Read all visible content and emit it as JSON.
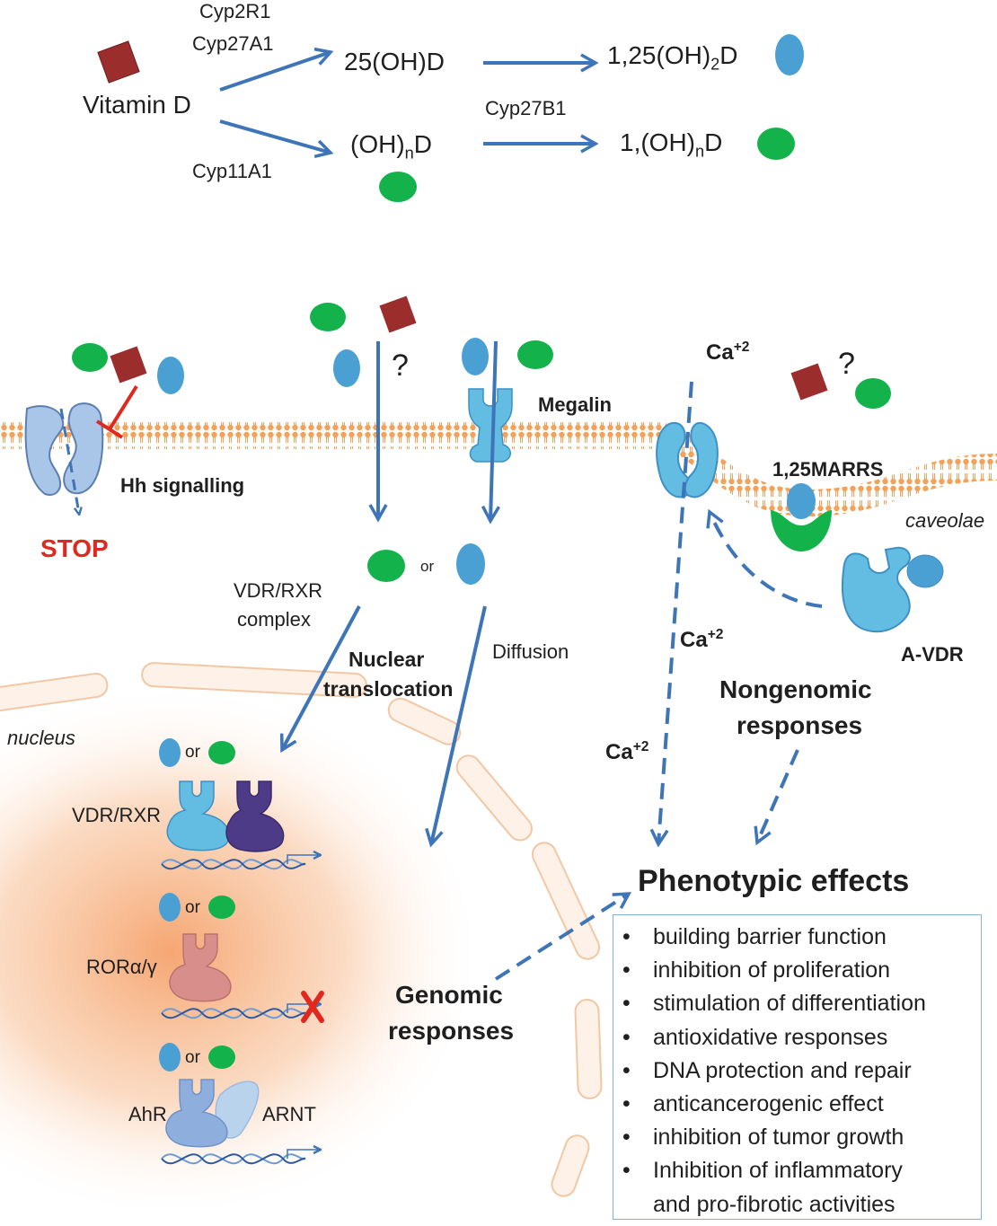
{
  "colors": {
    "arrow": "#3e74b8",
    "blue_molecule": "#4a9fd3",
    "green_molecule": "#13b24b",
    "vitamin_d": "#9b2d2d",
    "membrane": "#f4a259",
    "vdr": "#63bde3",
    "rxr": "#4e3b87",
    "ror": "#d88f8c",
    "ahr": "#8eaedd",
    "arnt": "#b9d3ec",
    "nucleus_glow": "#f5a16a",
    "inhibit": "#e0281f"
  },
  "pathway": {
    "enzyme_top_1": "Cyp2R1",
    "enzyme_top_2": "Cyp27A1",
    "vitamin_d": "Vitamin D",
    "enzyme_bottom": "Cyp11A1",
    "product_25": "25(OH)D",
    "product_oh_main": "(OH)",
    "product_oh_sub": "n",
    "product_oh_tail": "D",
    "enzyme_b1": "Cyp27B1",
    "final_125_main": "1,25(OH)",
    "final_125_sub": "2",
    "final_125_tail": "D",
    "final_1oh_main": "1,(OH)",
    "final_1oh_sub": "n",
    "final_1oh_tail": "D"
  },
  "cell": {
    "unknown_1": "?",
    "unknown_2": "?",
    "megalin": "Megalin",
    "hh": "Hh signalling",
    "stop": "STOP",
    "ca_main": "Ca",
    "ca_sup": "+2",
    "marrs": "1,25MARRS",
    "caveolae": "caveolae",
    "or": "or",
    "vdr_rxr_complex_1": "VDR/RXR",
    "vdr_rxr_complex_2": "complex",
    "nuclear_1": "Nuclear",
    "nuclear_2": "translocation",
    "diffusion": "Diffusion",
    "avdr": "A-VDR",
    "nongenomic_1": "Nongenomic",
    "nongenomic_2": "responses",
    "nucleus": "nucleus",
    "vdr_rxr": "VDR/RXR",
    "ror": "RORα/γ",
    "ahr": "AhR",
    "arnt": "ARNT",
    "genomic_1": "Genomic",
    "genomic_2": "responses",
    "phenotypic": "Phenotypic effects"
  },
  "effects": [
    "building barrier function",
    "inhibition of proliferation",
    "stimulation of differentiation",
    "antioxidative responses",
    "DNA protection and repair",
    "anticancerogenic effect",
    "inhibition of tumor growth",
    "Inhibition of  inflammatory",
    "and pro-fibrotic activities"
  ]
}
